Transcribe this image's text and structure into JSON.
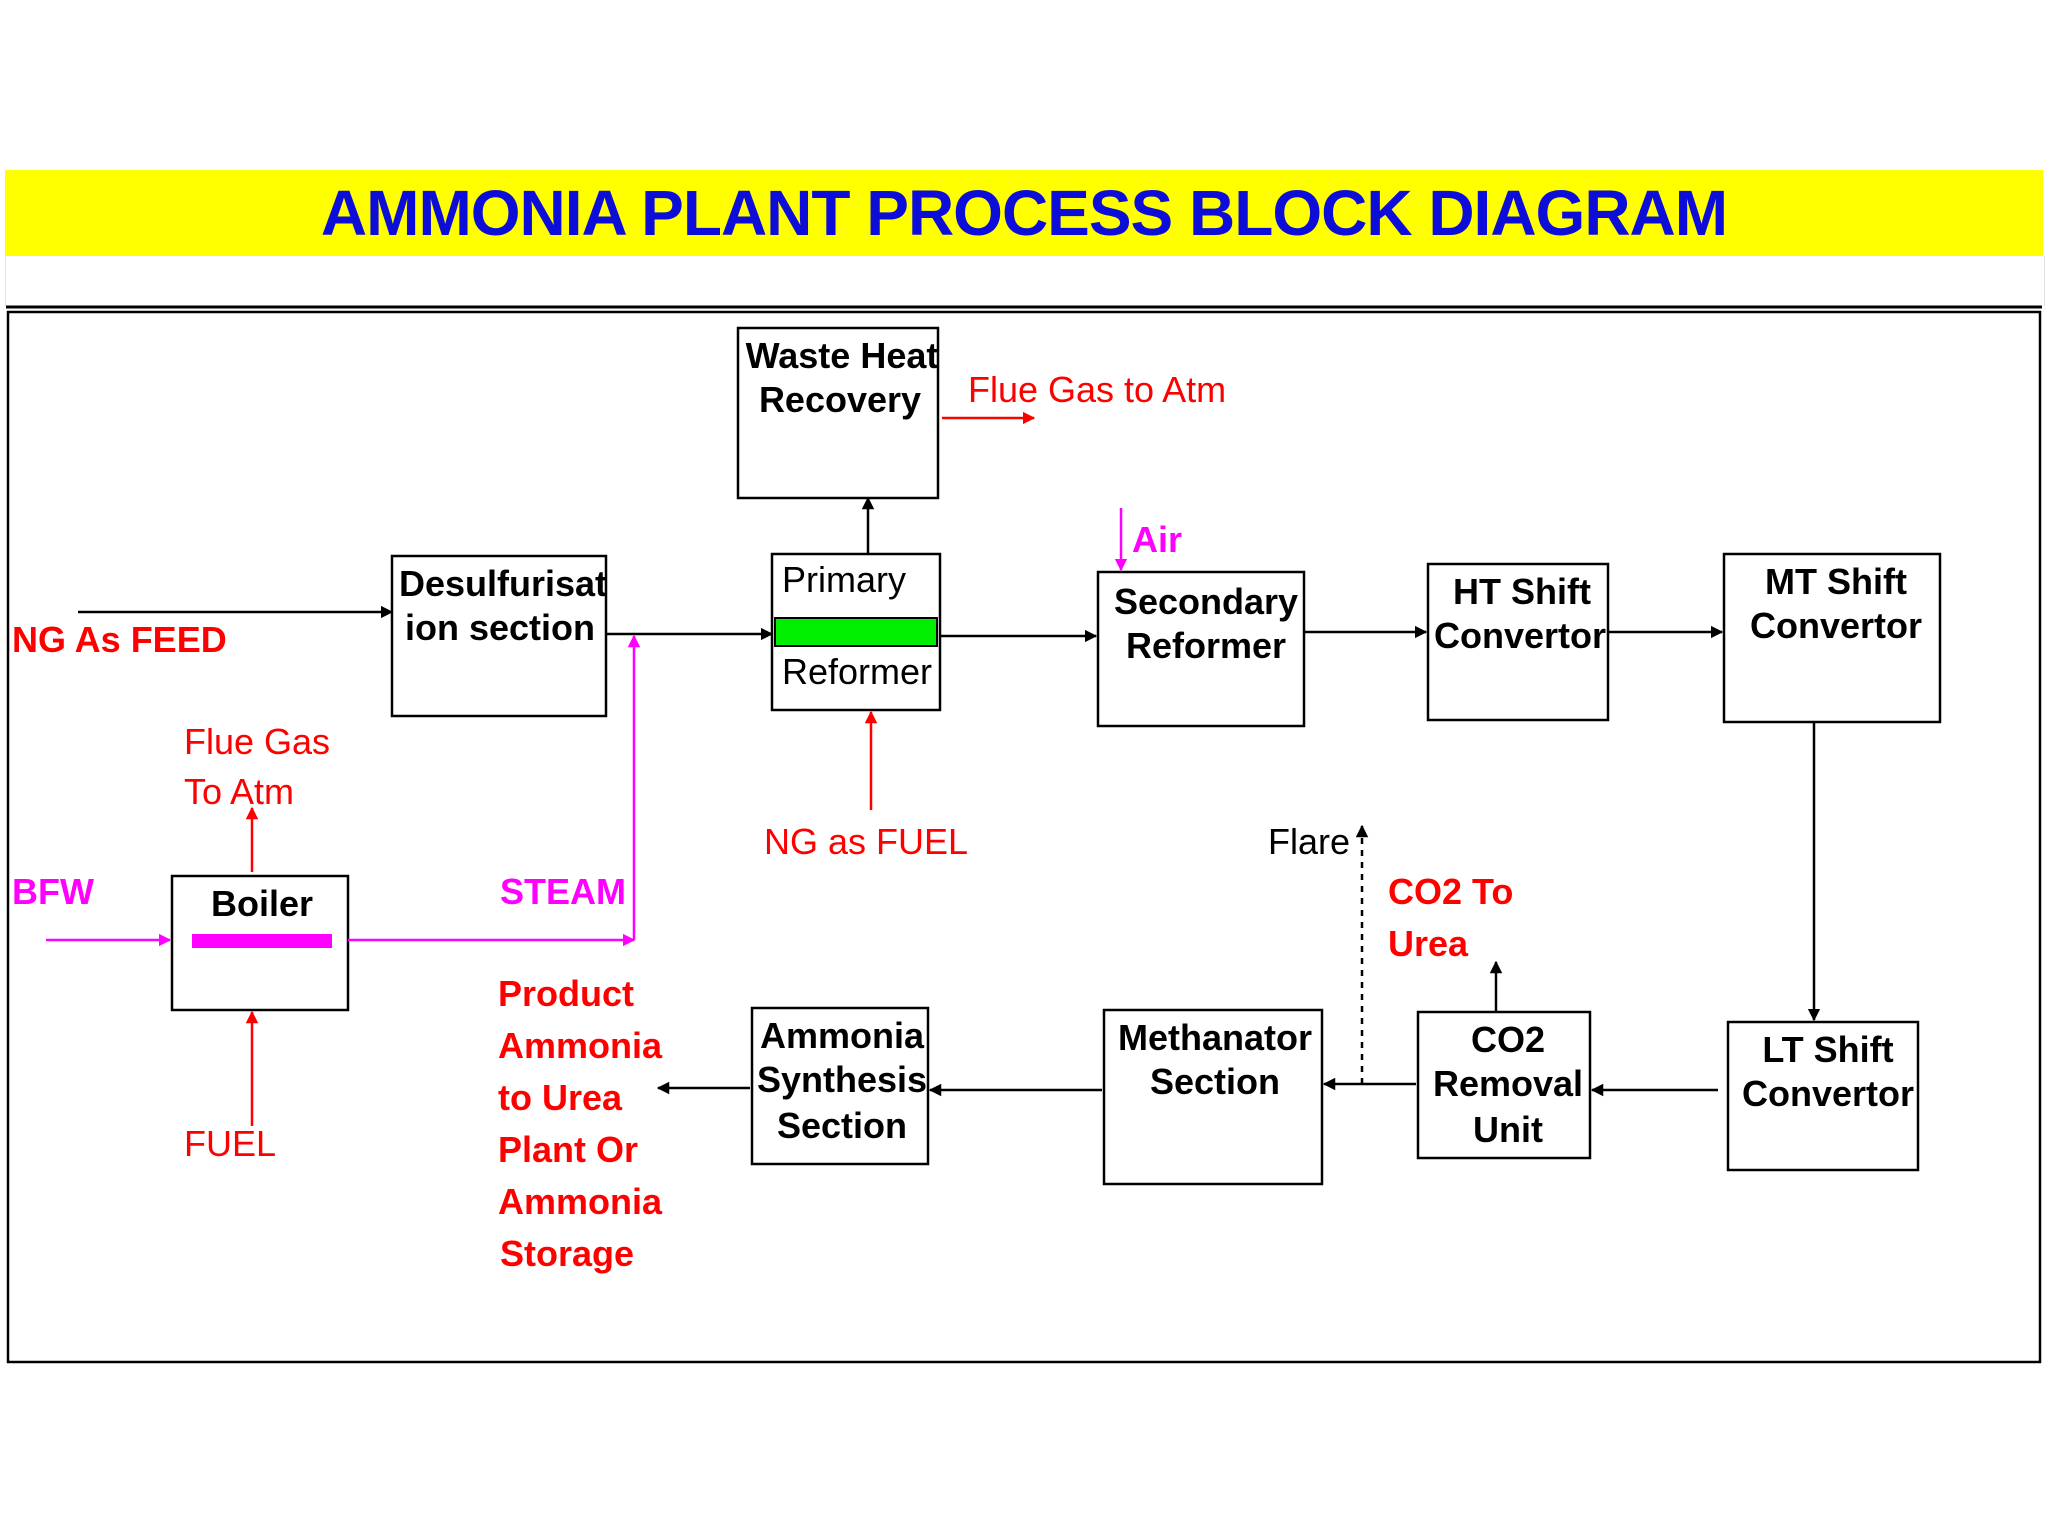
{
  "title": "AMMONIA PLANT PROCESS BLOCK DIAGRAM",
  "colors": {
    "title_background": "#ffff00",
    "title_text": "#0d0dd9",
    "block_border": "#000000",
    "red_stream": "#ff0000",
    "steam_stream": "#ff00ff",
    "reformer_tube": "#00ee00",
    "boiler_tube": "#ff00ff"
  },
  "blocks": {
    "waste_heat": [
      "Waste Heat",
      "Recovery"
    ],
    "desulfurisation": [
      "Desulfurisat",
      "ion section"
    ],
    "primary_reformer": [
      "Primary",
      "Reformer"
    ],
    "secondary_reformer": [
      "Secondary",
      "Reformer"
    ],
    "ht_shift": [
      "HT Shift",
      "Convertor"
    ],
    "mt_shift": [
      "MT Shift",
      "Convertor"
    ],
    "lt_shift": [
      "LT Shift",
      "Convertor"
    ],
    "co2_removal": [
      "CO2",
      "Removal",
      "Unit"
    ],
    "methanator": [
      "Methanator",
      "Section"
    ],
    "ammonia_synthesis": [
      "Ammonia",
      "Synthesis",
      "Section"
    ],
    "boiler": [
      "Boiler"
    ]
  },
  "streams": {
    "ng_feed": "NG As FEED",
    "flue_gas_atm": "Flue Gas to Atm",
    "air": "Air",
    "ng_fuel": [
      "NG as",
      "FUEL"
    ],
    "flue_gas_boiler": [
      "Flue Gas",
      "To Atm"
    ],
    "bfw": "BFW",
    "steam": "STEAM",
    "fuel": "FUEL",
    "flare": "Flare",
    "co2_urea": [
      "CO2 To",
      "Urea"
    ],
    "product": [
      "Product",
      "Ammonia",
      "to Urea",
      "Plant Or",
      "Ammonia",
      "Storage"
    ]
  }
}
